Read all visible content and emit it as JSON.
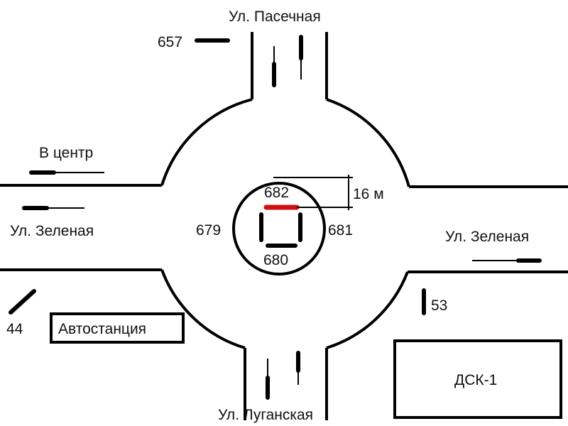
{
  "streets": {
    "top": "Ул. Пасечная",
    "left": "Ул. Зеленая",
    "right": "Ул. Зеленая",
    "bottom": "Ул. Луганская"
  },
  "directions": {
    "to_center": "В центр"
  },
  "stops": {
    "s657": "657",
    "s44": "44",
    "s53": "53",
    "s679": "679",
    "s680": "680",
    "s681": "681",
    "s682": "682"
  },
  "dimension": "16 м",
  "buildings": {
    "bus_station": "Автостанция",
    "dsk": "ДСК-1"
  },
  "colors": {
    "highlight": "#d01010",
    "line": "#000000"
  }
}
